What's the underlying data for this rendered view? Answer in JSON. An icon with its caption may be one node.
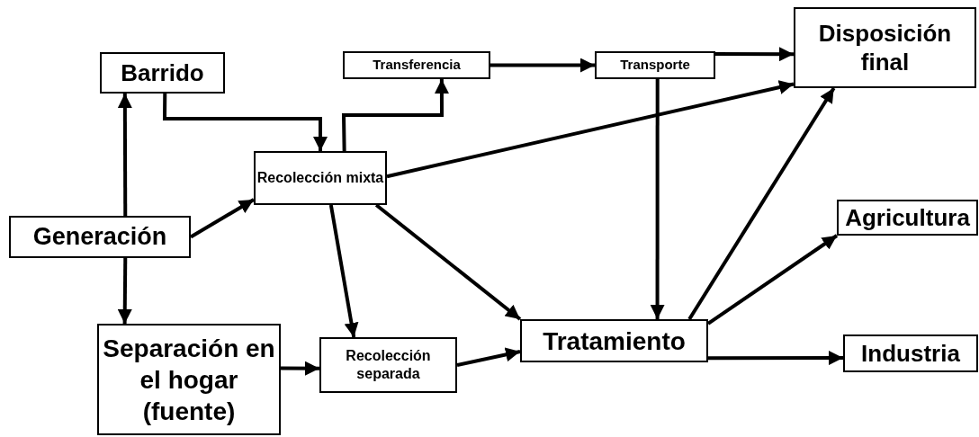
{
  "diagram": {
    "nodes": [
      {
        "text": [
          "Barrido"
        ]
      },
      {
        "text": [
          "Transferencia"
        ]
      },
      {
        "text": [
          "Transporte"
        ]
      },
      {
        "text": [
          "Disposición final"
        ]
      },
      {
        "text": [
          "Recolección mixta"
        ]
      },
      {
        "text": [
          "Generación"
        ]
      },
      {
        "text": [
          "Agricultura"
        ]
      },
      {
        "text": [
          "Separación en el hogar (fuente)"
        ]
      },
      {
        "text": [
          "Recolección separada"
        ]
      },
      {
        "text": [
          "Tratamiento"
        ]
      },
      {
        "text": [
          "Industria"
        ]
      }
    ],
    "edges": [
      {
        "from": 5,
        "to": 0,
        "arrow": "to"
      },
      {
        "from": 5,
        "to": 7,
        "arrow": "to"
      },
      {
        "from": 5,
        "to": 4,
        "arrow": "to"
      },
      {
        "from": 0,
        "to": 4,
        "arrow": "to"
      },
      {
        "from": 4,
        "to": 1,
        "arrow": "to"
      },
      {
        "from": 1,
        "to": 2,
        "arrow": "to"
      },
      {
        "from": 2,
        "to": 3,
        "arrow": "to"
      },
      {
        "from": 4,
        "to": 3,
        "arrow": "to"
      },
      {
        "from": 2,
        "to": 9,
        "arrow": "to"
      },
      {
        "from": 4,
        "to": 8,
        "arrow": "to"
      },
      {
        "from": 4,
        "to": 9,
        "arrow": "to"
      },
      {
        "from": 7,
        "to": 8,
        "arrow": "to"
      },
      {
        "from": 8,
        "to": 9,
        "arrow": "to"
      },
      {
        "from": 9,
        "to": 3,
        "arrow": "to"
      },
      {
        "from": 9,
        "to": 6,
        "arrow": "to"
      },
      {
        "from": 9,
        "to": 10,
        "arrow": "to"
      }
    ]
  }
}
